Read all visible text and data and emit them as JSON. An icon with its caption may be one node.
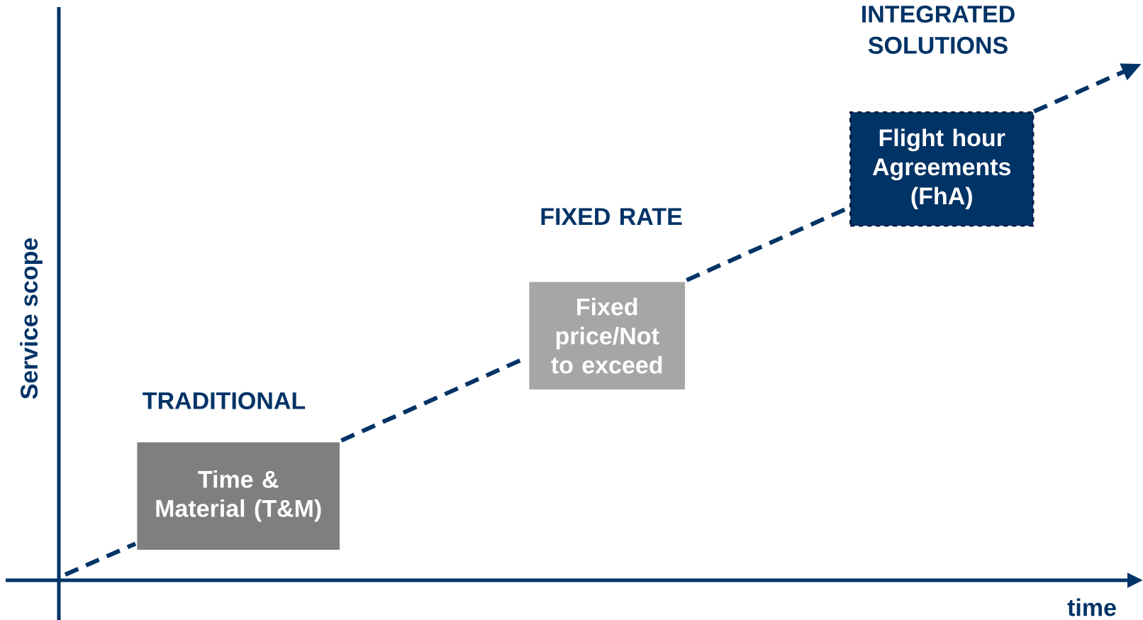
{
  "diagram": {
    "nodes": [
      {
        "text": [
          "TRADITIONAL",
          "Time & Material (T&M)"
        ]
      },
      {
        "text": [
          "FIXED  RATE",
          "Fixed price/Not to exceed"
        ]
      },
      {
        "text": [
          "INTEGRATED SOLUTIONS",
          "Flight hour Agreements (FhA)"
        ]
      }
    ],
    "edges": [
      {
        "from": null,
        "to": 0,
        "arrow": "none",
        "style": "dashed"
      },
      {
        "from": 0,
        "to": 1,
        "arrow": "none",
        "style": "dashed"
      },
      {
        "from": 1,
        "to": 2,
        "arrow": "none",
        "style": "dashed"
      },
      {
        "from": 2,
        "to": null,
        "arrow": "to",
        "style": "dashed"
      }
    ],
    "labels": [
      "Service scope",
      "time"
    ]
  }
}
